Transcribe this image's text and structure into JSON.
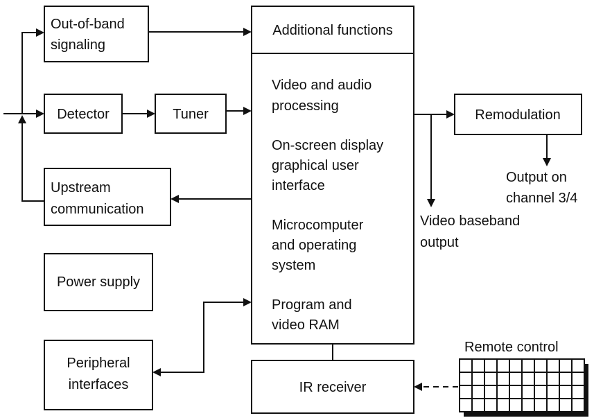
{
  "blocks": {
    "out_of_band": [
      "Out-of-band",
      "signaling"
    ],
    "detector": "Detector",
    "tuner": "Tuner",
    "upstream": [
      "Upstream",
      "communication"
    ],
    "power_supply": "Power supply",
    "peripheral": [
      "Peripheral",
      "interfaces"
    ],
    "additional_functions": "Additional functions",
    "processor_items": {
      "video_audio": [
        "Video and audio",
        "processing"
      ],
      "osd": [
        "On-screen display",
        "graphical user",
        "interface"
      ],
      "micro": [
        "Microcomputer",
        "and operating",
        "system"
      ],
      "ram": [
        "Program and",
        "video RAM"
      ]
    },
    "remodulation": "Remodulation",
    "ir_receiver": "IR receiver",
    "remote_control": "Remote control"
  },
  "outputs": {
    "channel": [
      "Output on",
      "channel 3/4"
    ],
    "baseband": [
      "Video baseband",
      "output"
    ]
  },
  "colors": {
    "line": "#111111",
    "background": "#ffffff"
  }
}
